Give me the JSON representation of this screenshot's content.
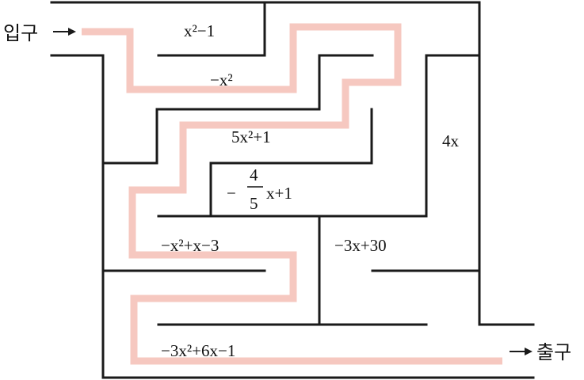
{
  "entrance_label": "입구",
  "exit_label": "출구",
  "expressions": {
    "e1": "x²−1",
    "e2": "−x²",
    "e3": "5x²+1",
    "e4_prefix": "−",
    "e4_num": "4",
    "e4_den": "5",
    "e4_suffix": "x+1",
    "e5": "4x",
    "e6": "−x²+x−3",
    "e7": "−3x+30",
    "e8": "−3x²+6x−1"
  },
  "colors": {
    "wall": "#1a1a1a",
    "solution_path": "#f6c8c0"
  }
}
